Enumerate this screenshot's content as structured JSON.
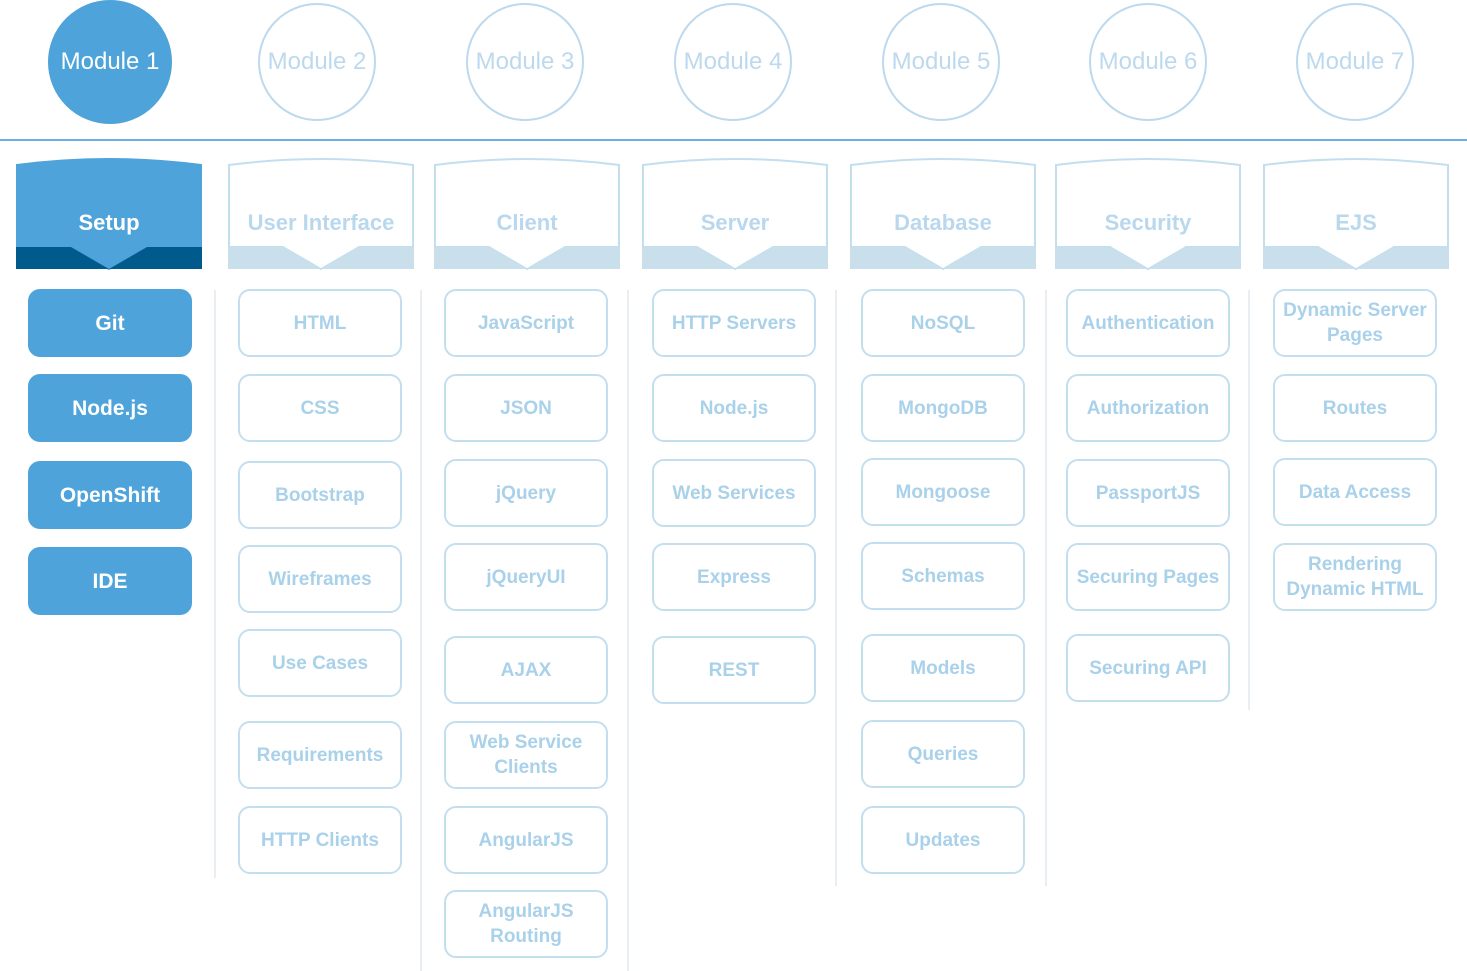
{
  "modules": [
    "Module 1",
    "Module 2",
    "Module 3",
    "Module 4",
    "Module 5",
    "Module 6",
    "Module 7"
  ],
  "sections": [
    {
      "title": "Setup",
      "items": [
        "Git",
        "Node.js",
        "OpenShift",
        "IDE"
      ]
    },
    {
      "title": "User Interface",
      "items": [
        "HTML",
        "CSS",
        "Bootstrap",
        "Wireframes",
        "Use Cases",
        "Requirements",
        "HTTP Clients"
      ]
    },
    {
      "title": "Client",
      "items": [
        "JavaScript",
        "JSON",
        "jQuery",
        "jQueryUI",
        "AJAX",
        "Web Service Clients",
        "AngularJS",
        "AngularJS Routing"
      ]
    },
    {
      "title": "Server",
      "items": [
        "HTTP Servers",
        "Node.js",
        "Web Services",
        "Express",
        "REST"
      ]
    },
    {
      "title": "Database",
      "items": [
        "NoSQL",
        "MongoDB",
        "Mongoose",
        "Schemas",
        "Models",
        "Queries",
        "Updates"
      ]
    },
    {
      "title": "Security",
      "items": [
        "Authentication",
        "Authorization",
        "PassportJS",
        "Securing Pages",
        "Securing API"
      ]
    },
    {
      "title": "EJS",
      "items": [
        "Dynamic Server Pages",
        "Routes",
        "Data Access",
        "Rendering Dynamic HTML"
      ]
    }
  ],
  "active_module_index": 0,
  "colors": {
    "active_fill": "#4ea3da",
    "active_band": "#005b8c",
    "inactive_border": "#c3dfef",
    "inactive_text": "#a9d1ea",
    "inactive_band": "#c9dfeb",
    "divider": "#6db0e3"
  }
}
